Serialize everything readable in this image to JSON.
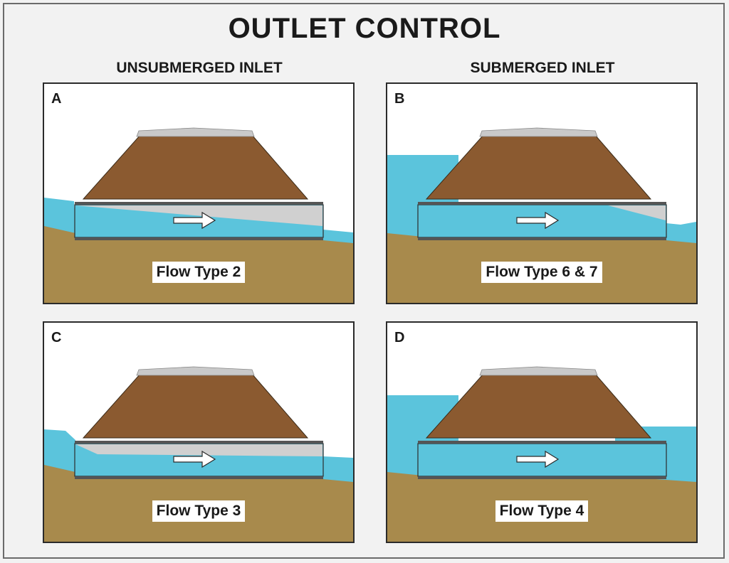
{
  "title": "OUTLET CONTROL",
  "columns": {
    "left": "UNSUBMERGED INLET",
    "right": "SUBMERGED INLET"
  },
  "panels": [
    {
      "letter": "A",
      "label": "Flow Type 2"
    },
    {
      "letter": "B",
      "label": "Flow Type 6 & 7"
    },
    {
      "letter": "C",
      "label": "Flow Type 3"
    },
    {
      "letter": "D",
      "label": "Flow Type 4"
    }
  ],
  "colors": {
    "water": "#5bc4dc",
    "embankment": "#8b5a30",
    "ground": "#a88a4c",
    "road": "#cccccc",
    "air_in_pipe": "#d0d0d0"
  }
}
